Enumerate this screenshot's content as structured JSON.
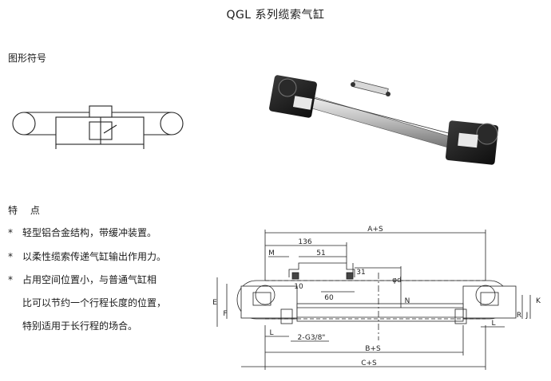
{
  "title": "QGL 系列缆索气缸",
  "symbol_section": {
    "label": "图形符号"
  },
  "features": {
    "label": "特 点",
    "bullet": "*",
    "items": [
      {
        "text": "轻型铝合金结构，带缓冲装置。"
      },
      {
        "text": "以柔性缆索传递气缸输出作用力。"
      },
      {
        "text": "占用空间位置小，与普通气缸相",
        "continuation": [
          "比可以节约一个行程长度的位置，",
          "特别适用于长行程的场合。"
        ]
      }
    ]
  },
  "drawing": {
    "dims": {
      "a_s": "A+S",
      "d136": "136",
      "m": "M",
      "d51": "51",
      "d31": "31",
      "phi_d": "φd",
      "d60": "60",
      "d10": "10",
      "n": "N",
      "e": "E",
      "f": "F",
      "k": "K",
      "j": "J",
      "r": "R",
      "l_left": "L",
      "l_right": "L",
      "port": "2-G3/8\"",
      "b_s": "B+S",
      "c_s": "C+S"
    }
  }
}
